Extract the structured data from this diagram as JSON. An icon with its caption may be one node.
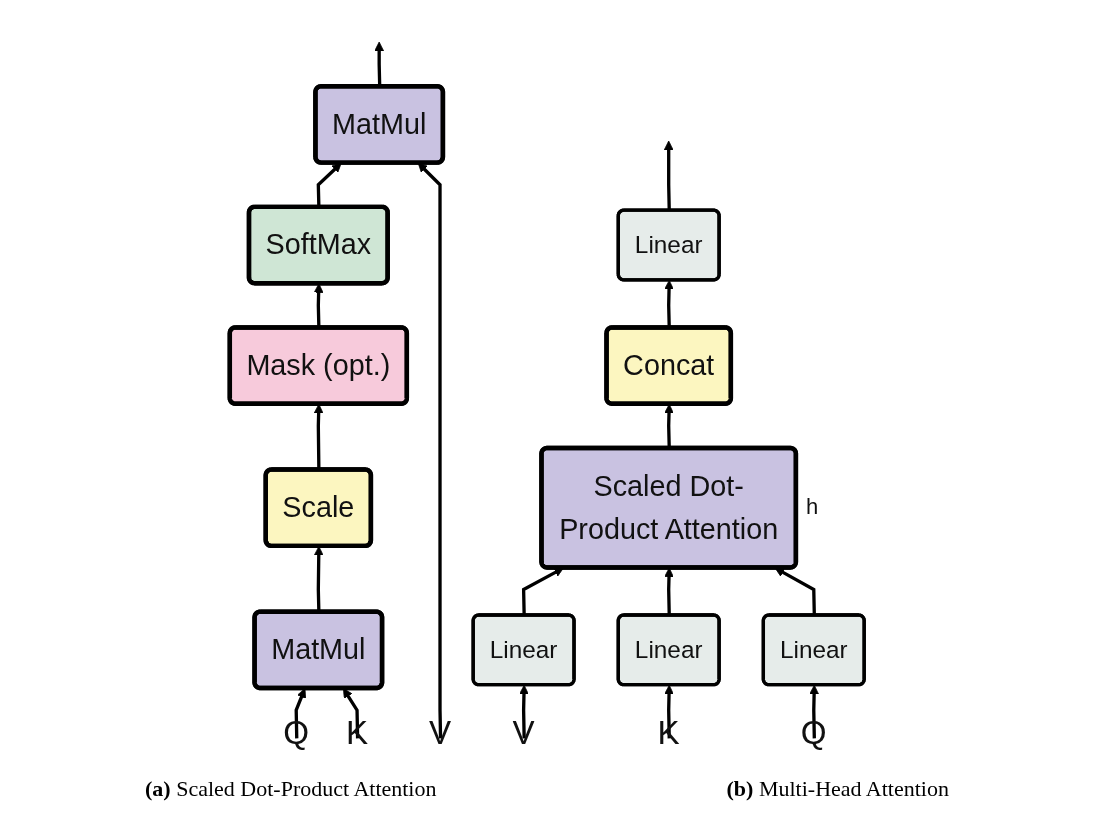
{
  "diagram": {
    "nodes": [
      {
        "text": [
          "MatMul"
        ]
      },
      {
        "text": [
          "SoftMax"
        ]
      },
      {
        "text": [
          "Mask (opt.)"
        ]
      },
      {
        "text": [
          "Scale"
        ]
      },
      {
        "text": [
          "MatMul"
        ]
      },
      {
        "text": [
          "Q"
        ]
      },
      {
        "text": [
          "K"
        ]
      },
      {
        "text": [
          "V"
        ]
      },
      {
        "text": [
          "Linear"
        ]
      },
      {
        "text": [
          "Concat"
        ]
      },
      {
        "text": [
          "Scaled Dot-Product Attention"
        ],
        "beside": [
          "h"
        ]
      },
      {
        "text": [
          "Linear"
        ]
      },
      {
        "text": [
          "Linear"
        ]
      },
      {
        "text": [
          "Linear"
        ]
      },
      {
        "text": [
          "V"
        ]
      },
      {
        "text": [
          "K"
        ]
      },
      {
        "text": [
          "Q"
        ]
      }
    ],
    "edges": [
      {
        "from": 0,
        "to": null,
        "arrow": "to"
      },
      {
        "from": 1,
        "to": 0,
        "arrow": "to"
      },
      {
        "from": 2,
        "to": 1,
        "arrow": "to"
      },
      {
        "from": 3,
        "to": 2,
        "arrow": "to"
      },
      {
        "from": 4,
        "to": 3,
        "arrow": "to"
      },
      {
        "from": 5,
        "to": 4,
        "arrow": "to"
      },
      {
        "from": 6,
        "to": 4,
        "arrow": "to"
      },
      {
        "from": 7,
        "to": 0,
        "arrow": "to"
      },
      {
        "from": 8,
        "to": null,
        "arrow": "to"
      },
      {
        "from": 9,
        "to": 8,
        "arrow": "to"
      },
      {
        "from": 10,
        "to": 9,
        "arrow": "to"
      },
      {
        "from": 11,
        "to": 10,
        "arrow": "to"
      },
      {
        "from": 12,
        "to": 10,
        "arrow": "to"
      },
      {
        "from": 13,
        "to": 10,
        "arrow": "to"
      },
      {
        "from": 14,
        "to": 11,
        "arrow": "to"
      },
      {
        "from": 15,
        "to": 12,
        "arrow": "to"
      },
      {
        "from": 16,
        "to": 13,
        "arrow": "to"
      }
    ],
    "labels": [
      "**(a)** Scaled Dot-Product Attention",
      "**(b)** Multi-Head Attention"
    ]
  }
}
